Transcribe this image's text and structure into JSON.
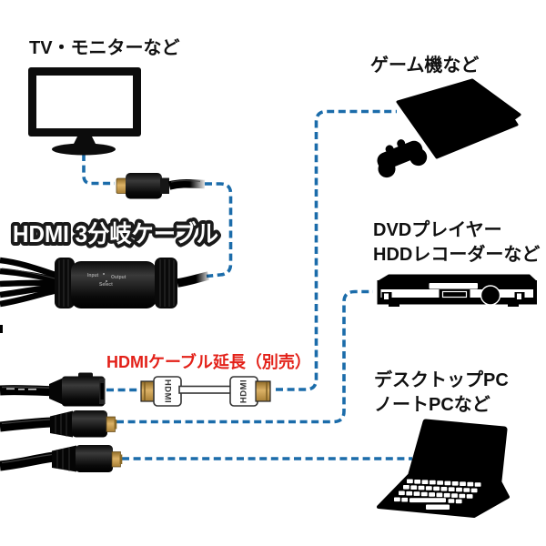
{
  "colors": {
    "connection_line": "#1b6caa",
    "note_red": "#e32119",
    "silhouette_black": "#000000",
    "gold_connector": "#c89a50"
  },
  "product": {
    "name": "HDMI 3分岐ケーブル",
    "splitter_unit_labels": {
      "input": "Input",
      "output": "Output",
      "select": "Select"
    }
  },
  "devices": {
    "tv": {
      "label": "TV・モニターなど"
    },
    "game_console": {
      "label": "ゲーム機など"
    },
    "dvd_recorder": {
      "label_line1": "DVDプレイヤー",
      "label_line2": "HDDレコーダーなど"
    },
    "pc": {
      "label_line1": "デスクトップPC",
      "label_line2": "ノートPCなど"
    }
  },
  "extension": {
    "note": "HDMIケーブル延長（別売）",
    "connector_print": "HDMI"
  },
  "icons": {
    "tv": "tv-monitor-icon",
    "game_console": "game-console-icon",
    "dvd_player": "dvd-player-icon",
    "laptop": "laptop-icon",
    "splitter_unit": "splitter-unit-icon",
    "hdmi_plug": "hdmi-plug-icon",
    "hdmi_socket": "hdmi-socket-icon",
    "extension_cable": "hdmi-extension-cable-icon",
    "connection": "dashed-connection-line"
  }
}
